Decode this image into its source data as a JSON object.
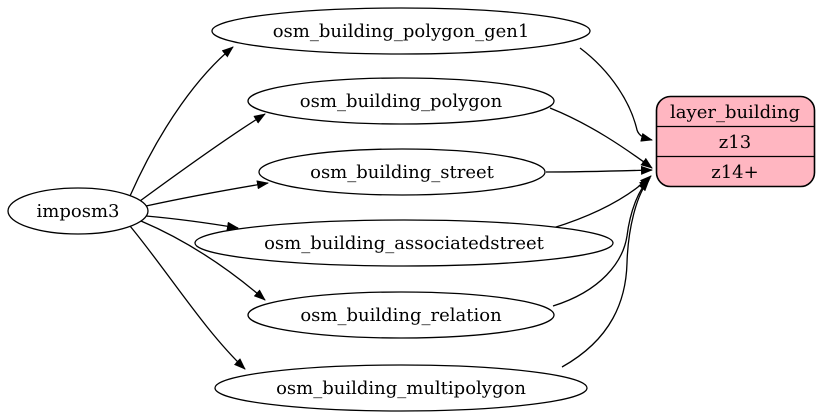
{
  "diagram": {
    "type": "etl-graph",
    "colors": {
      "background": "#ffffff",
      "node_fill": "#ffffff",
      "record_fill": "#ffb6c1",
      "stroke": "#000000",
      "text": "#000000"
    },
    "source_node": {
      "id": "imposm3",
      "label": "imposm3",
      "shape": "ellipse"
    },
    "table_nodes": [
      {
        "id": "osm_building_polygon_gen1",
        "label": "osm_building_polygon_gen1",
        "shape": "ellipse"
      },
      {
        "id": "osm_building_polygon",
        "label": "osm_building_polygon",
        "shape": "ellipse"
      },
      {
        "id": "osm_building_street",
        "label": "osm_building_street",
        "shape": "ellipse"
      },
      {
        "id": "osm_building_associatedstreet",
        "label": "osm_building_associatedstreet",
        "shape": "ellipse"
      },
      {
        "id": "osm_building_relation",
        "label": "osm_building_relation",
        "shape": "ellipse"
      },
      {
        "id": "osm_building_multipolygon",
        "label": "osm_building_multipolygon",
        "shape": "ellipse"
      }
    ],
    "layer_node": {
      "id": "layer_building",
      "title": "layer_building",
      "rows": [
        "z13",
        "z14+"
      ],
      "shape": "rounded-record"
    },
    "edges": [
      {
        "from": "imposm3",
        "to": "osm_building_polygon_gen1"
      },
      {
        "from": "imposm3",
        "to": "osm_building_polygon"
      },
      {
        "from": "imposm3",
        "to": "osm_building_street"
      },
      {
        "from": "imposm3",
        "to": "osm_building_associatedstreet"
      },
      {
        "from": "imposm3",
        "to": "osm_building_relation"
      },
      {
        "from": "imposm3",
        "to": "osm_building_multipolygon"
      },
      {
        "from": "osm_building_polygon_gen1",
        "to": "layer_building:z13"
      },
      {
        "from": "osm_building_polygon",
        "to": "layer_building:z14+"
      },
      {
        "from": "osm_building_street",
        "to": "layer_building:z14+"
      },
      {
        "from": "osm_building_associatedstreet",
        "to": "layer_building:z14+"
      },
      {
        "from": "osm_building_relation",
        "to": "layer_building:z14+"
      },
      {
        "from": "osm_building_multipolygon",
        "to": "layer_building:z14+"
      }
    ]
  }
}
